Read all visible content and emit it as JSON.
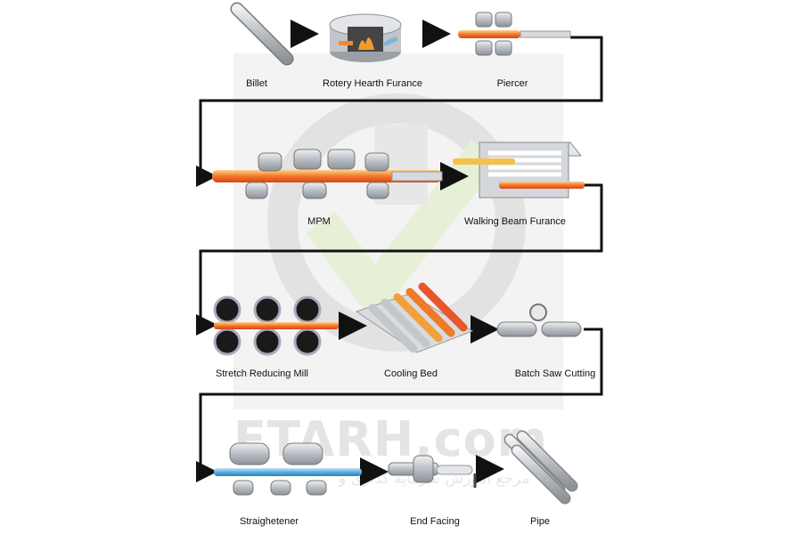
{
  "watermark": {
    "brand": "ETARH.com",
    "tagline": "مرجع آموزش سرمایه گذاری و"
  },
  "colors": {
    "line": "#111111",
    "steel": "#c7cbd0",
    "hot": "#f07a28",
    "hot_core": "#e23b1c",
    "cool_pipe": "#5aaee2",
    "dark_roll": "#1a1a1a"
  },
  "steps": [
    {
      "label": "Billet"
    },
    {
      "label": "Rotery Hearth Furance"
    },
    {
      "label": "Piercer"
    },
    {
      "label": "MPM"
    },
    {
      "label": "Walking Beam Furance"
    },
    {
      "label": "Stretch Reducing Mill"
    },
    {
      "label": "Cooling Bed"
    },
    {
      "label": "Batch Saw Cutting"
    },
    {
      "label": "Straighetener"
    },
    {
      "label": "End Facing"
    },
    {
      "label": "Pipe"
    }
  ]
}
